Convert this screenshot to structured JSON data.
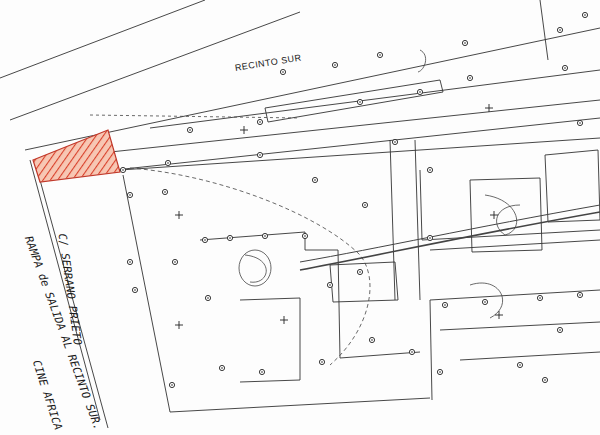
{
  "diagram": {
    "labels": [
      "RECINTO SUR",
      "C/ SERRANO PRIETO",
      "RAMPA de SALIDA AL RECINTO SUR.",
      "CINE AFRICA"
    ]
  }
}
